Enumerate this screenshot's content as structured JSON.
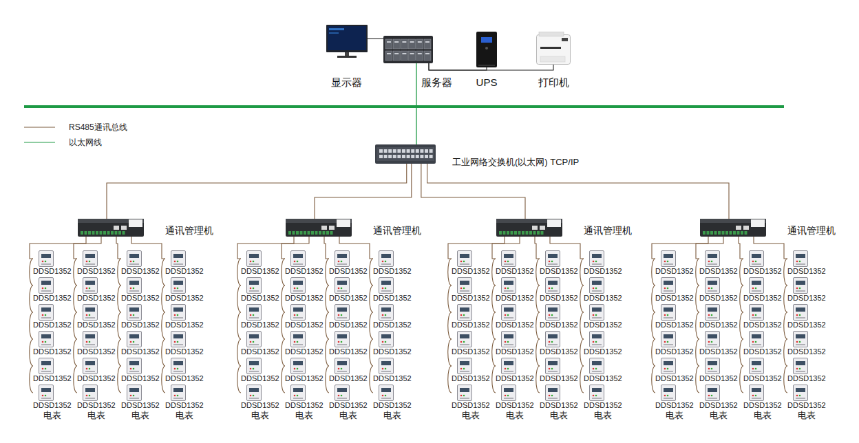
{
  "diagram": {
    "nodes": [
      {
        "text": [
          "显示器"
        ]
      },
      {
        "text": [
          "服务器"
        ]
      },
      {
        "text": [
          "UPS"
        ]
      },
      {
        "text": [
          "打印机"
        ]
      },
      {
        "text": [
          "工业网络交换机(以太网) TCP/IP"
        ]
      },
      {
        "text": [
          "通讯管理机"
        ]
      },
      {
        "text": [
          "DDSD1352"
        ]
      },
      {
        "text": [
          "DDSD1352"
        ]
      },
      {
        "text": [
          "DDSD1352"
        ]
      },
      {
        "text": [
          "DDSD1352"
        ]
      },
      {
        "text": [
          "DDSD1352"
        ]
      },
      {
        "text": [
          "DDSD1352",
          "电表"
        ]
      },
      {
        "text": [
          "DDSD1352"
        ]
      },
      {
        "text": [
          "DDSD1352"
        ]
      },
      {
        "text": [
          "DDSD1352"
        ]
      },
      {
        "text": [
          "DDSD1352"
        ]
      },
      {
        "text": [
          "DDSD1352"
        ]
      },
      {
        "text": [
          "DDSD1352",
          "电表"
        ]
      },
      {
        "text": [
          "DDSD1352"
        ]
      },
      {
        "text": [
          "DDSD1352"
        ]
      },
      {
        "text": [
          "DDSD1352"
        ]
      },
      {
        "text": [
          "DDSD1352"
        ]
      },
      {
        "text": [
          "DDSD1352"
        ]
      },
      {
        "text": [
          "DDSD1352",
          "电表"
        ]
      },
      {
        "text": [
          "DDSD1352"
        ]
      },
      {
        "text": [
          "DDSD1352"
        ]
      },
      {
        "text": [
          "DDSD1352"
        ]
      },
      {
        "text": [
          "DDSD1352"
        ]
      },
      {
        "text": [
          "DDSD1352"
        ]
      },
      {
        "text": [
          "DDSD1352",
          "电表"
        ]
      },
      {
        "text": [
          "通讯管理机"
        ]
      },
      {
        "text": [
          "DDSD1352"
        ]
      },
      {
        "text": [
          "DDSD1352"
        ]
      },
      {
        "text": [
          "DDSD1352"
        ]
      },
      {
        "text": [
          "DDSD1352"
        ]
      },
      {
        "text": [
          "DDSD1352"
        ]
      },
      {
        "text": [
          "DDSD1352",
          "电表"
        ]
      },
      {
        "text": [
          "DDSD1352"
        ]
      },
      {
        "text": [
          "DDSD1352"
        ]
      },
      {
        "text": [
          "DDSD1352"
        ]
      },
      {
        "text": [
          "DDSD1352"
        ]
      },
      {
        "text": [
          "DDSD1352"
        ]
      },
      {
        "text": [
          "DDSD1352",
          "电表"
        ]
      },
      {
        "text": [
          "DDSD1352"
        ]
      },
      {
        "text": [
          "DDSD1352"
        ]
      },
      {
        "text": [
          "DDSD1352"
        ]
      },
      {
        "text": [
          "DDSD1352"
        ]
      },
      {
        "text": [
          "DDSD1352"
        ]
      },
      {
        "text": [
          "DDSD1352",
          "电表"
        ]
      },
      {
        "text": [
          "DDSD1352"
        ]
      },
      {
        "text": [
          "DDSD1352"
        ]
      },
      {
        "text": [
          "DDSD1352"
        ]
      },
      {
        "text": [
          "DDSD1352"
        ]
      },
      {
        "text": [
          "DDSD1352"
        ]
      },
      {
        "text": [
          "DDSD1352",
          "电表"
        ]
      },
      {
        "text": [
          "通讯管理机"
        ]
      },
      {
        "text": [
          "DDSD1352"
        ]
      },
      {
        "text": [
          "DDSD1352"
        ]
      },
      {
        "text": [
          "DDSD1352"
        ]
      },
      {
        "text": [
          "DDSD1352"
        ]
      },
      {
        "text": [
          "DDSD1352"
        ]
      },
      {
        "text": [
          "DDSD1352",
          "电表"
        ]
      },
      {
        "text": [
          "DDSD1352"
        ]
      },
      {
        "text": [
          "DDSD1352"
        ]
      },
      {
        "text": [
          "DDSD1352"
        ]
      },
      {
        "text": [
          "DDSD1352"
        ]
      },
      {
        "text": [
          "DDSD1352"
        ]
      },
      {
        "text": [
          "DDSD1352",
          "电表"
        ]
      },
      {
        "text": [
          "DDSD1352"
        ]
      },
      {
        "text": [
          "DDSD1352"
        ]
      },
      {
        "text": [
          "DDSD1352"
        ]
      },
      {
        "text": [
          "DDSD1352"
        ]
      },
      {
        "text": [
          "DDSD1352"
        ]
      },
      {
        "text": [
          "DDSD1352",
          "电表"
        ]
      },
      {
        "text": [
          "DDSD1352"
        ]
      },
      {
        "text": [
          "DDSD1352"
        ]
      },
      {
        "text": [
          "DDSD1352"
        ]
      },
      {
        "text": [
          "DDSD1352"
        ]
      },
      {
        "text": [
          "DDSD1352"
        ]
      },
      {
        "text": [
          "DDSD1352",
          "电表"
        ]
      },
      {
        "text": [
          "通讯管理机"
        ]
      },
      {
        "text": [
          "DDSD1352"
        ]
      },
      {
        "text": [
          "DDSD1352"
        ]
      },
      {
        "text": [
          "DDSD1352"
        ]
      },
      {
        "text": [
          "DDSD1352"
        ]
      },
      {
        "text": [
          "DDSD1352"
        ]
      },
      {
        "text": [
          "DDSD1352",
          "电表"
        ]
      },
      {
        "text": [
          "DDSD1352"
        ]
      },
      {
        "text": [
          "DDSD1352"
        ]
      },
      {
        "text": [
          "DDSD1352"
        ]
      },
      {
        "text": [
          "DDSD1352"
        ]
      },
      {
        "text": [
          "DDSD1352"
        ]
      },
      {
        "text": [
          "DDSD1352",
          "电表"
        ]
      },
      {
        "text": [
          "DDSD1352"
        ]
      },
      {
        "text": [
          "DDSD1352"
        ]
      },
      {
        "text": [
          "DDSD1352"
        ]
      },
      {
        "text": [
          "DDSD1352"
        ]
      },
      {
        "text": [
          "DDSD1352"
        ]
      },
      {
        "text": [
          "DDSD1352",
          "电表"
        ]
      },
      {
        "text": [
          "DDSD1352"
        ]
      },
      {
        "text": [
          "DDSD1352"
        ]
      },
      {
        "text": [
          "DDSD1352"
        ]
      },
      {
        "text": [
          "DDSD1352"
        ]
      },
      {
        "text": [
          "DDSD1352"
        ]
      },
      {
        "text": [
          "DDSD1352",
          "电表"
        ]
      }
    ],
    "edges": [
      {
        "from": 0,
        "to": 1,
        "arrow": "none"
      },
      {
        "from": 1,
        "to": 2,
        "arrow": "none"
      },
      {
        "from": 1,
        "to": 3,
        "arrow": "none"
      },
      {
        "from": 1,
        "to": 4,
        "arrow": "none"
      },
      {
        "from": 4,
        "to": 5,
        "arrow": "none"
      },
      {
        "from": 4,
        "to": 30,
        "arrow": "none"
      },
      {
        "from": 4,
        "to": 55,
        "arrow": "none"
      },
      {
        "from": 4,
        "to": 80,
        "arrow": "none"
      },
      {
        "from": 5,
        "to": 6,
        "arrow": "none"
      },
      {
        "from": 6,
        "to": 7,
        "arrow": "none"
      },
      {
        "from": 7,
        "to": 8,
        "arrow": "none"
      },
      {
        "from": 8,
        "to": 9,
        "arrow": "none"
      },
      {
        "from": 9,
        "to": 10,
        "arrow": "none"
      },
      {
        "from": 10,
        "to": 11,
        "arrow": "none"
      },
      {
        "from": 5,
        "to": 12,
        "arrow": "none"
      },
      {
        "from": 12,
        "to": 13,
        "arrow": "none"
      },
      {
        "from": 13,
        "to": 14,
        "arrow": "none"
      },
      {
        "from": 14,
        "to": 15,
        "arrow": "none"
      },
      {
        "from": 15,
        "to": 16,
        "arrow": "none"
      },
      {
        "from": 16,
        "to": 17,
        "arrow": "none"
      },
      {
        "from": 5,
        "to": 18,
        "arrow": "none"
      },
      {
        "from": 18,
        "to": 19,
        "arrow": "none"
      },
      {
        "from": 19,
        "to": 20,
        "arrow": "none"
      },
      {
        "from": 20,
        "to": 21,
        "arrow": "none"
      },
      {
        "from": 21,
        "to": 22,
        "arrow": "none"
      },
      {
        "from": 22,
        "to": 23,
        "arrow": "none"
      },
      {
        "from": 5,
        "to": 24,
        "arrow": "none"
      },
      {
        "from": 24,
        "to": 25,
        "arrow": "none"
      },
      {
        "from": 25,
        "to": 26,
        "arrow": "none"
      },
      {
        "from": 26,
        "to": 27,
        "arrow": "none"
      },
      {
        "from": 27,
        "to": 28,
        "arrow": "none"
      },
      {
        "from": 28,
        "to": 29,
        "arrow": "none"
      },
      {
        "from": 30,
        "to": 31,
        "arrow": "none"
      },
      {
        "from": 31,
        "to": 32,
        "arrow": "none"
      },
      {
        "from": 32,
        "to": 33,
        "arrow": "none"
      },
      {
        "from": 33,
        "to": 34,
        "arrow": "none"
      },
      {
        "from": 34,
        "to": 35,
        "arrow": "none"
      },
      {
        "from": 35,
        "to": 36,
        "arrow": "none"
      },
      {
        "from": 30,
        "to": 37,
        "arrow": "none"
      },
      {
        "from": 37,
        "to": 38,
        "arrow": "none"
      },
      {
        "from": 38,
        "to": 39,
        "arrow": "none"
      },
      {
        "from": 39,
        "to": 40,
        "arrow": "none"
      },
      {
        "from": 40,
        "to": 41,
        "arrow": "none"
      },
      {
        "from": 41,
        "to": 42,
        "arrow": "none"
      },
      {
        "from": 30,
        "to": 43,
        "arrow": "none"
      },
      {
        "from": 43,
        "to": 44,
        "arrow": "none"
      },
      {
        "from": 44,
        "to": 45,
        "arrow": "none"
      },
      {
        "from": 45,
        "to": 46,
        "arrow": "none"
      },
      {
        "from": 46,
        "to": 47,
        "arrow": "none"
      },
      {
        "from": 47,
        "to": 48,
        "arrow": "none"
      },
      {
        "from": 30,
        "to": 49,
        "arrow": "none"
      },
      {
        "from": 49,
        "to": 50,
        "arrow": "none"
      },
      {
        "from": 50,
        "to": 51,
        "arrow": "none"
      },
      {
        "from": 51,
        "to": 52,
        "arrow": "none"
      },
      {
        "from": 52,
        "to": 53,
        "arrow": "none"
      },
      {
        "from": 53,
        "to": 54,
        "arrow": "none"
      },
      {
        "from": 55,
        "to": 56,
        "arrow": "none"
      },
      {
        "from": 56,
        "to": 57,
        "arrow": "none"
      },
      {
        "from": 57,
        "to": 58,
        "arrow": "none"
      },
      {
        "from": 58,
        "to": 59,
        "arrow": "none"
      },
      {
        "from": 59,
        "to": 60,
        "arrow": "none"
      },
      {
        "from": 60,
        "to": 61,
        "arrow": "none"
      },
      {
        "from": 55,
        "to": 62,
        "arrow": "none"
      },
      {
        "from": 62,
        "to": 63,
        "arrow": "none"
      },
      {
        "from": 63,
        "to": 64,
        "arrow": "none"
      },
      {
        "from": 64,
        "to": 65,
        "arrow": "none"
      },
      {
        "from": 65,
        "to": 66,
        "arrow": "none"
      },
      {
        "from": 66,
        "to": 67,
        "arrow": "none"
      },
      {
        "from": 55,
        "to": 68,
        "arrow": "none"
      },
      {
        "from": 68,
        "to": 69,
        "arrow": "none"
      },
      {
        "from": 69,
        "to": 70,
        "arrow": "none"
      },
      {
        "from": 70,
        "to": 71,
        "arrow": "none"
      },
      {
        "from": 71,
        "to": 72,
        "arrow": "none"
      },
      {
        "from": 72,
        "to": 73,
        "arrow": "none"
      },
      {
        "from": 55,
        "to": 74,
        "arrow": "none"
      },
      {
        "from": 74,
        "to": 75,
        "arrow": "none"
      },
      {
        "from": 75,
        "to": 76,
        "arrow": "none"
      },
      {
        "from": 76,
        "to": 77,
        "arrow": "none"
      },
      {
        "from": 77,
        "to": 78,
        "arrow": "none"
      },
      {
        "from": 78,
        "to": 79,
        "arrow": "none"
      },
      {
        "from": 80,
        "to": 81,
        "arrow": "none"
      },
      {
        "from": 81,
        "to": 82,
        "arrow": "none"
      },
      {
        "from": 82,
        "to": 83,
        "arrow": "none"
      },
      {
        "from": 83,
        "to": 84,
        "arrow": "none"
      },
      {
        "from": 84,
        "to": 85,
        "arrow": "none"
      },
      {
        "from": 85,
        "to": 86,
        "arrow": "none"
      },
      {
        "from": 80,
        "to": 87,
        "arrow": "none"
      },
      {
        "from": 87,
        "to": 88,
        "arrow": "none"
      },
      {
        "from": 88,
        "to": 89,
        "arrow": "none"
      },
      {
        "from": 89,
        "to": 90,
        "arrow": "none"
      },
      {
        "from": 90,
        "to": 91,
        "arrow": "none"
      },
      {
        "from": 91,
        "to": 92,
        "arrow": "none"
      },
      {
        "from": 80,
        "to": 93,
        "arrow": "none"
      },
      {
        "from": 93,
        "to": 94,
        "arrow": "none"
      },
      {
        "from": 94,
        "to": 95,
        "arrow": "none"
      },
      {
        "from": 95,
        "to": 96,
        "arrow": "none"
      },
      {
        "from": 96,
        "to": 97,
        "arrow": "none"
      },
      {
        "from": 97,
        "to": 98,
        "arrow": "none"
      },
      {
        "from": 80,
        "to": 99,
        "arrow": "none"
      },
      {
        "from": 99,
        "to": 100,
        "arrow": "none"
      },
      {
        "from": 100,
        "to": 101,
        "arrow": "none"
      },
      {
        "from": 101,
        "to": 102,
        "arrow": "none"
      },
      {
        "from": 102,
        "to": 103,
        "arrow": "none"
      },
      {
        "from": 103,
        "to": 104,
        "arrow": "none"
      }
    ],
    "legend": [
      {
        "text": "RS485通讯总线"
      },
      {
        "text": "以太网线"
      }
    ]
  }
}
